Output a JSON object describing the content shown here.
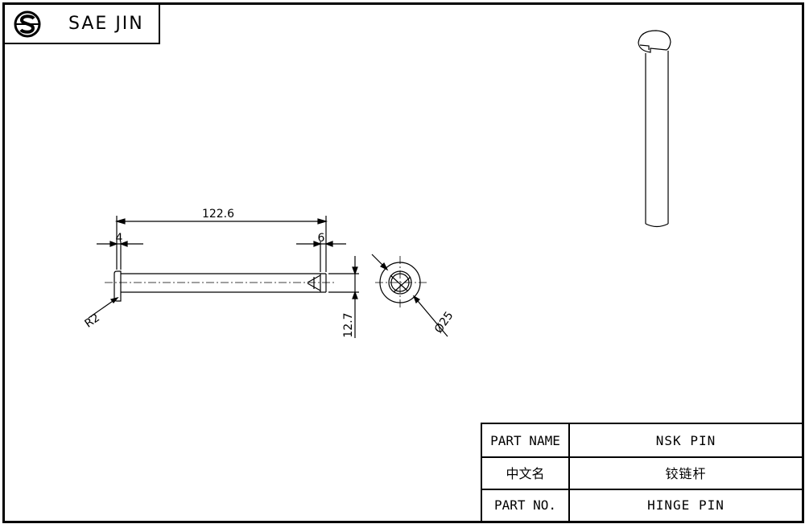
{
  "company": {
    "name": "SAE JIN",
    "logo_icon": "ss-logo-icon"
  },
  "dimensions": {
    "overall_length": "122.6",
    "head_length": "4",
    "tip_length": "6",
    "radius": "R2",
    "height": "12.7",
    "diameter": "Ø25"
  },
  "title_block": {
    "rows": [
      {
        "label": "PART NAME",
        "value": "NSK PIN"
      },
      {
        "label": "中文名",
        "value": "铰链杆"
      },
      {
        "label": "PART NO.",
        "value": "HINGE PIN"
      }
    ]
  }
}
